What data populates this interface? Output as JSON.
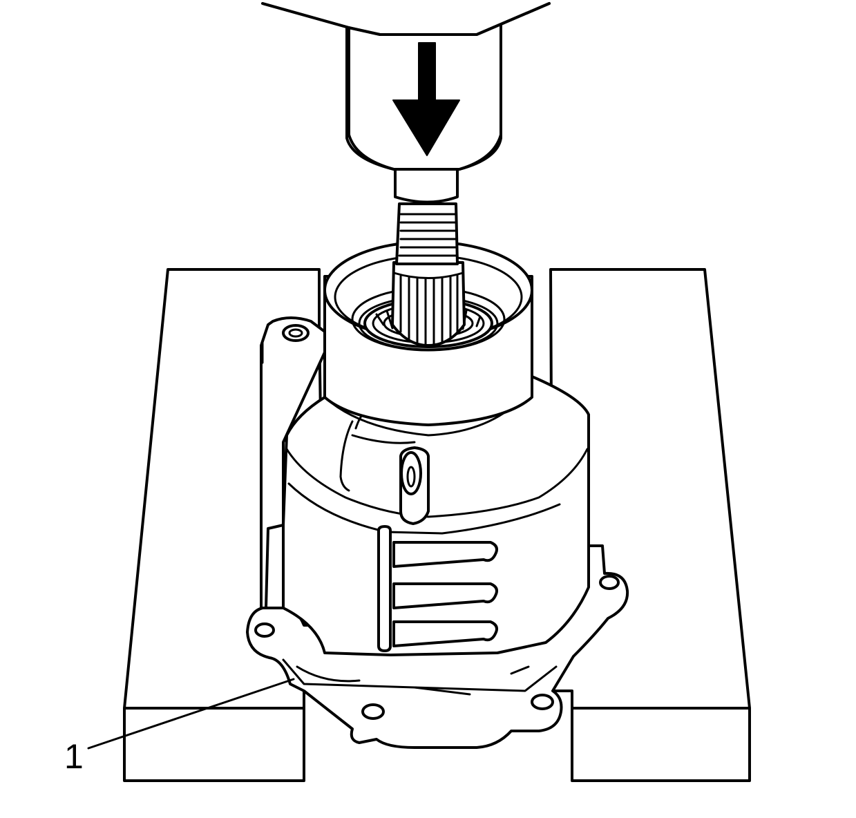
{
  "diagram": {
    "callouts": [
      {
        "id": "1",
        "label": "1"
      }
    ],
    "arrow_direction": "down",
    "colors": {
      "line": "#000000",
      "background": "#ffffff"
    }
  }
}
